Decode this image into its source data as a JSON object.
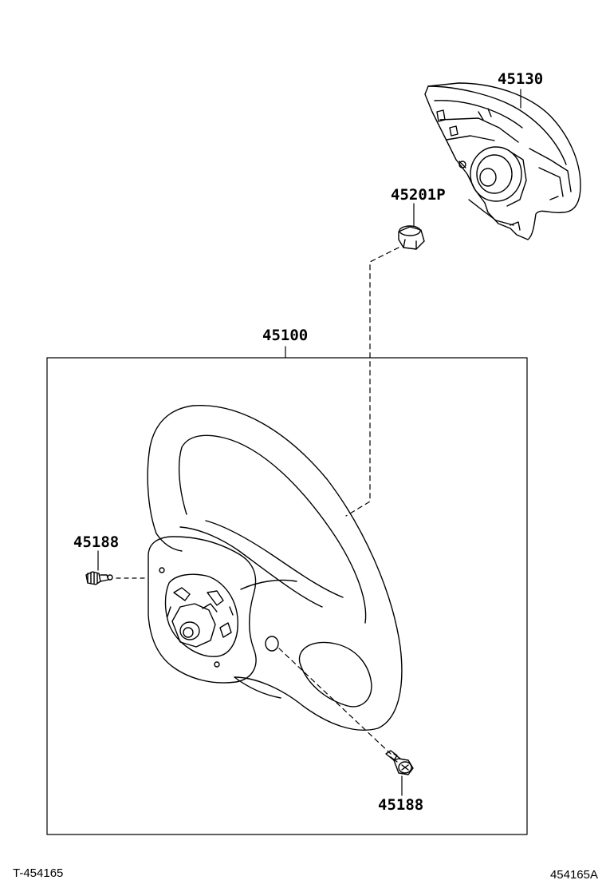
{
  "labels": {
    "airbag_pad": "45130",
    "nut": "45201P",
    "steering_wheel_assy": "45100",
    "screw_left": "45188",
    "screw_right": "45188"
  },
  "footer": {
    "figure_id": "T-454165",
    "drawing_code": "454165A"
  }
}
